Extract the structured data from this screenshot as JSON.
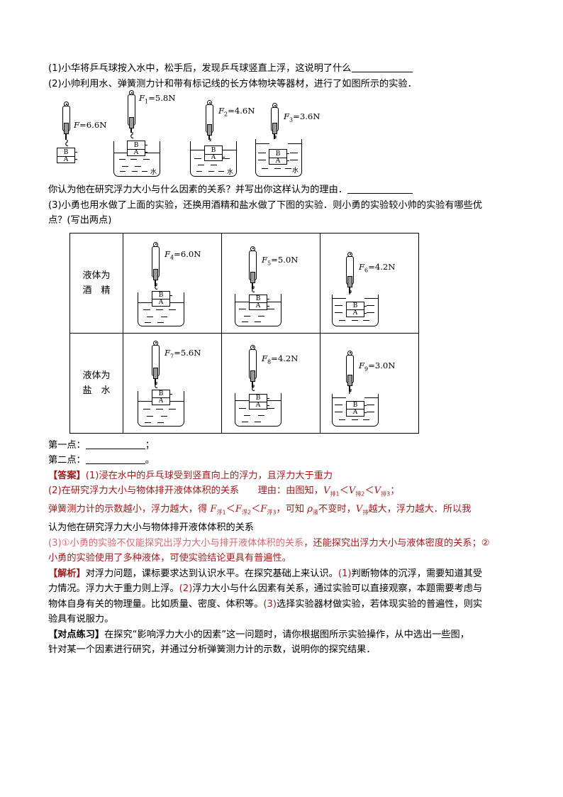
{
  "question": {
    "q1": "(1)小华将乒乓球按入水中，松手后，发现乒乓球竖直上浮，这说明了什么",
    "q2": "(2)小帅利用水、弹簧测力计和带有标记线的长方体物块等器材，进行了如图所示的实验．",
    "q2_followup": "你认为他在研究浮力大小与什么因素的关系？并写出你这样认为的理由．",
    "q3_a": "(3)小勇也用水做了上面的实验，还换用酒精和盐水做了下图的实验．则小勇的实验较小帅的实验有哪些优",
    "q3_b": "点？(写出两点)",
    "point1": "第一点：",
    "point1_end": "；",
    "point2": "第二点：",
    "point2_end": "。"
  },
  "figures_water": [
    {
      "label": "F",
      "sub": "",
      "value": "=6.6N",
      "has_beaker": false,
      "submersion": "none"
    },
    {
      "label": "F",
      "sub": "1",
      "value": "=5.8N",
      "has_beaker": true,
      "submersion": "quarter"
    },
    {
      "label": "F",
      "sub": "2",
      "value": "=4.6N",
      "has_beaker": true,
      "submersion": "half"
    },
    {
      "label": "F",
      "sub": "3",
      "value": "=3.6N",
      "has_beaker": true,
      "submersion": "full"
    }
  ],
  "table": {
    "rows": [
      {
        "liquid_line1": "液体为",
        "liquid_line2": "酒　精",
        "cells": [
          {
            "label": "F",
            "sub": "4",
            "value": "=6.0N",
            "submersion": "quarter"
          },
          {
            "label": "F",
            "sub": "5",
            "value": "=5.0N",
            "submersion": "half"
          },
          {
            "label": "F",
            "sub": "6",
            "value": "=4.2N",
            "submersion": "full"
          }
        ]
      },
      {
        "liquid_line1": "液体为",
        "liquid_line2": "盐　水",
        "cells": [
          {
            "label": "F",
            "sub": "7",
            "value": "=5.6N",
            "submersion": "quarter"
          },
          {
            "label": "F",
            "sub": "8",
            "value": "=4.2N",
            "submersion": "half"
          },
          {
            "label": "F",
            "sub": "9",
            "value": "=3.0N",
            "submersion": "full"
          }
        ]
      }
    ],
    "block_upper_label": "B",
    "block_lower_label": "A",
    "water_char": "水"
  },
  "answer": {
    "tag": "【答案】",
    "a1": "(1)浸在水中的乒乓球受到竖直向上的浮力，且浮力大于重力",
    "a2_p1": "(2)在研究浮力大小与物体排开液体体积的关系",
    "a2_p2": "理由：由图知，",
    "a2_f1": "V",
    "a2_f1sub": "排1",
    "a2_lt1": "＜",
    "a2_f2": "V",
    "a2_f2sub": "排2",
    "a2_lt2": "＜",
    "a2_f3": "V",
    "a2_f3sub": "排3",
    "a2_semi": "；",
    "a2_line2_a": "弹簧测力计的示数越小，浮力越大，得 ",
    "a2_g1": "F",
    "a2_g1sub": "浮1",
    "a2_g2": "F",
    "a2_g2sub": "浮2",
    "a2_g3": "F",
    "a2_g3sub": "浮3",
    "a2_line2_b": "，可知 ",
    "a2_rho": "ρ",
    "a2_rhosub": "液",
    "a2_line2_c": "不变时，",
    "a2_v": "V",
    "a2_vsub": "排",
    "a2_line2_d": "越大，浮力越大．所以我",
    "a2_line3": "认为他在研究浮力大小与物体排开液体体积的关系",
    "a3_pink": "(3)①小勇的实验不仅能探究出浮力大小与排开液体体积的关系",
    "a3_red": "，还能探究出浮力大小与液体密度的关系；②",
    "a3_line2": "小勇的实验使用了多种液体，可使实验结论更具有普遍性。"
  },
  "analysis": {
    "tag": "【解析】",
    "t1": "对浮力问题，课标要求达到认识水平。在探究基础上来认识。",
    "n1": "(1)",
    "t2": "判断物体的沉浮，需要知道其受",
    "t3": "力情况。浮力大于重力则上浮。",
    "n2": "(2)",
    "t4": "浮力大小与什么因素有关系，通过实验可以直接观察，本题需要考虑与",
    "t5": "物体自身有关的物理量。比如质量、密度、体积等。",
    "n3": "(3)",
    "t6": "选择实验器材做实验，若体现实验的普遍性，则实",
    "t7": "验具有说服力。"
  },
  "practice": {
    "tag": "【对点练习】",
    "line1": "在探究“影响浮力大小的因素”这一问题时，请你根据图所示实验操作，从中选出一些图，",
    "line2": "针对某一个因素进行研究，并通过分析弹簧测力计的示数，说明你的探究结果．"
  },
  "colors": {
    "red": "#9e1a1a",
    "pink": "#d06a72",
    "black": "#000000"
  }
}
